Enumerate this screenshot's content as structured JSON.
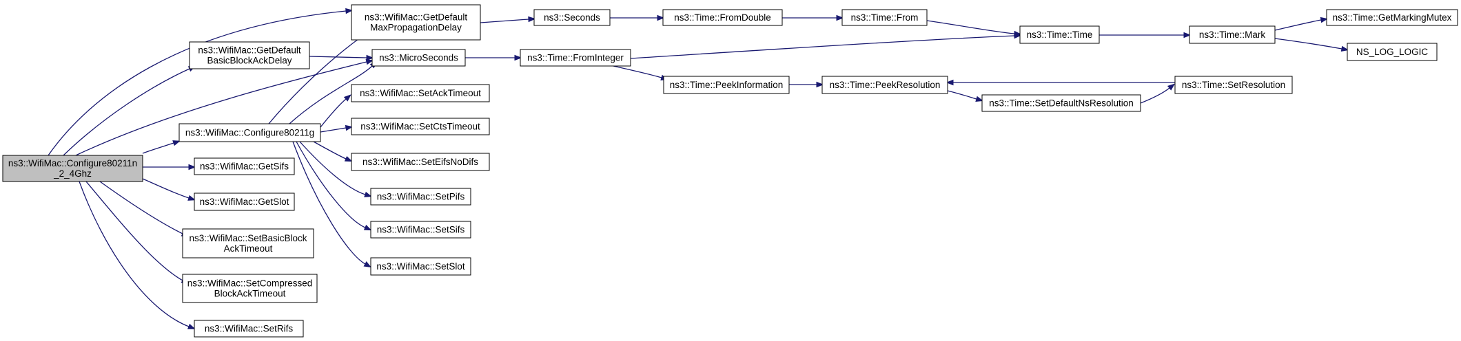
{
  "colors": {
    "edge": "#191970",
    "node_fill": "#ffffff",
    "root_fill": "#bfbfbf",
    "border": "#000000"
  },
  "nodes": {
    "root": {
      "lines": [
        "ns3::WifiMac::Configure80211n",
        "_2_4Ghz"
      ],
      "root": true
    },
    "getDefaultMaxPropagationDelay": {
      "lines": [
        "ns3::WifiMac::GetDefault",
        "MaxPropagationDelay"
      ]
    },
    "getDefaultBasicBlockAckDelay": {
      "lines": [
        "ns3::WifiMac::GetDefault",
        "BasicBlockAckDelay"
      ]
    },
    "microSeconds": {
      "lines": [
        "ns3::MicroSeconds"
      ]
    },
    "configure80211g": {
      "lines": [
        "ns3::WifiMac::Configure80211g"
      ]
    },
    "setAckTimeout": {
      "lines": [
        "ns3::WifiMac::SetAckTimeout"
      ]
    },
    "setCtsTimeout": {
      "lines": [
        "ns3::WifiMac::SetCtsTimeout"
      ]
    },
    "setEifsNoDifs": {
      "lines": [
        "ns3::WifiMac::SetEifsNoDifs"
      ]
    },
    "setPifs": {
      "lines": [
        "ns3::WifiMac::SetPifs"
      ]
    },
    "setSifs": {
      "lines": [
        "ns3::WifiMac::SetSifs"
      ]
    },
    "setSlot": {
      "lines": [
        "ns3::WifiMac::SetSlot"
      ]
    },
    "getSifs": {
      "lines": [
        "ns3::WifiMac::GetSifs"
      ]
    },
    "getSlot": {
      "lines": [
        "ns3::WifiMac::GetSlot"
      ]
    },
    "setBasicBlockAckTimeout": {
      "lines": [
        "ns3::WifiMac::SetBasicBlock",
        "AckTimeout"
      ]
    },
    "setCompressedBlockAckTimeout": {
      "lines": [
        "ns3::WifiMac::SetCompressed",
        "BlockAckTimeout"
      ]
    },
    "setRifs": {
      "lines": [
        "ns3::WifiMac::SetRifs"
      ]
    },
    "seconds": {
      "lines": [
        "ns3::Seconds"
      ]
    },
    "fromDouble": {
      "lines": [
        "ns3::Time::FromDouble"
      ]
    },
    "from": {
      "lines": [
        "ns3::Time::From"
      ]
    },
    "time": {
      "lines": [
        "ns3::Time::Time"
      ]
    },
    "mark": {
      "lines": [
        "ns3::Time::Mark"
      ]
    },
    "getMarkingMutex": {
      "lines": [
        "ns3::Time::GetMarkingMutex"
      ]
    },
    "nsLogLogic": {
      "lines": [
        "NS_LOG_LOGIC"
      ]
    },
    "fromInteger": {
      "lines": [
        "ns3::Time::FromInteger"
      ]
    },
    "peekInformation": {
      "lines": [
        "ns3::Time::PeekInformation"
      ]
    },
    "peekResolution": {
      "lines": [
        "ns3::Time::PeekResolution"
      ]
    },
    "setDefaultNsResolution": {
      "lines": [
        "ns3::Time::SetDefaultNsResolution"
      ]
    },
    "setResolution": {
      "lines": [
        "ns3::Time::SetResolution"
      ]
    }
  },
  "edges": [
    [
      "root",
      "getDefaultMaxPropagationDelay"
    ],
    [
      "root",
      "getDefaultBasicBlockAckDelay"
    ],
    [
      "root",
      "microSeconds"
    ],
    [
      "root",
      "configure80211g"
    ],
    [
      "root",
      "getSifs"
    ],
    [
      "root",
      "getSlot"
    ],
    [
      "root",
      "setBasicBlockAckTimeout"
    ],
    [
      "root",
      "setCompressedBlockAckTimeout"
    ],
    [
      "root",
      "setRifs"
    ],
    [
      "getDefaultBasicBlockAckDelay",
      "microSeconds"
    ],
    [
      "configure80211g",
      "getDefaultMaxPropagationDelay"
    ],
    [
      "configure80211g",
      "microSeconds"
    ],
    [
      "configure80211g",
      "setAckTimeout"
    ],
    [
      "configure80211g",
      "setCtsTimeout"
    ],
    [
      "configure80211g",
      "setEifsNoDifs"
    ],
    [
      "configure80211g",
      "setPifs"
    ],
    [
      "configure80211g",
      "setSifs"
    ],
    [
      "configure80211g",
      "setSlot"
    ],
    [
      "getDefaultMaxPropagationDelay",
      "seconds"
    ],
    [
      "seconds",
      "fromDouble"
    ],
    [
      "fromDouble",
      "from"
    ],
    [
      "from",
      "time"
    ],
    [
      "microSeconds",
      "fromInteger"
    ],
    [
      "fromInteger",
      "time"
    ],
    [
      "fromInteger",
      "peekInformation"
    ],
    [
      "time",
      "mark"
    ],
    [
      "mark",
      "getMarkingMutex"
    ],
    [
      "mark",
      "nsLogLogic"
    ],
    [
      "peekInformation",
      "peekResolution"
    ],
    [
      "peekResolution",
      "setDefaultNsResolution"
    ],
    [
      "setDefaultNsResolution",
      "setResolution"
    ],
    [
      "setResolution",
      "peekResolution"
    ]
  ]
}
